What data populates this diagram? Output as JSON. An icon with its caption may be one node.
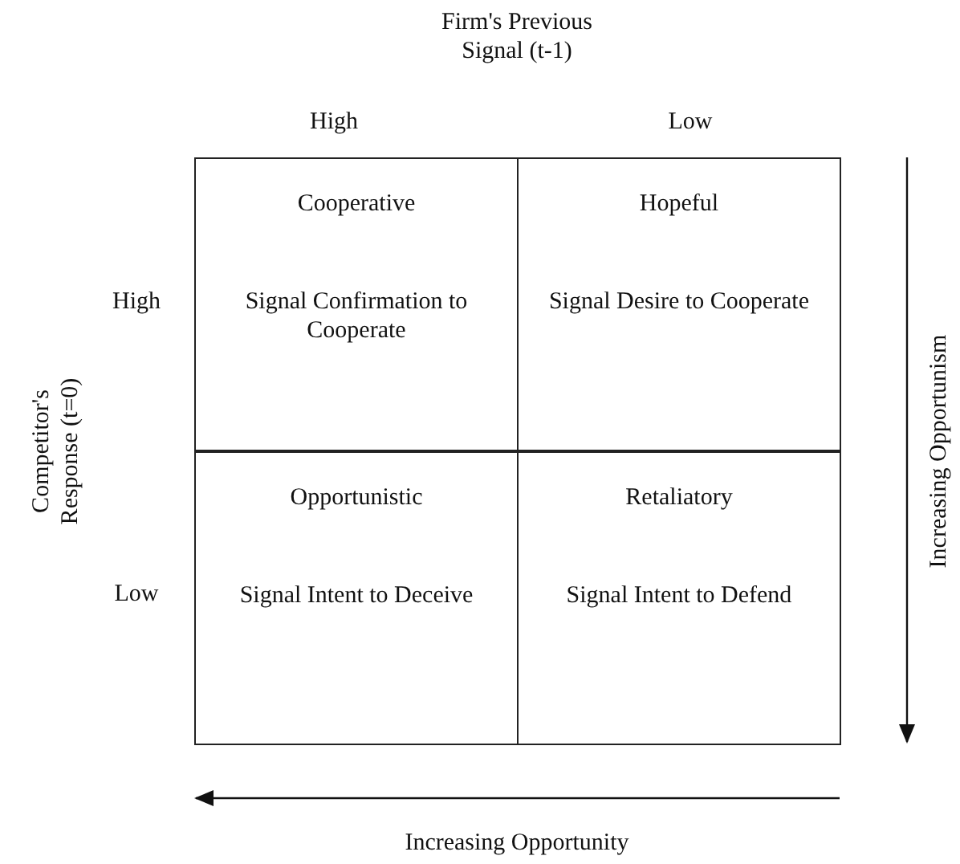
{
  "diagram": {
    "nodes": [
      {
        "text": [
          "Cooperative",
          "Signal Confirmation to Cooperate"
        ]
      },
      {
        "text": [
          "Hopeful",
          "Signal Desire to Cooperate"
        ]
      },
      {
        "text": [
          "Opportunistic",
          "Signal Intent to Deceive"
        ]
      },
      {
        "text": [
          "Retaliatory",
          "Signal Intent to Defend"
        ]
      }
    ],
    "edges": [],
    "labels": [
      "Firm's Previous Signal (t-1)",
      "High",
      "Low",
      "High",
      "Competitor's Response (t=0)",
      "Low",
      "Increasing Opportunism",
      "Increasing Opportunity"
    ]
  }
}
